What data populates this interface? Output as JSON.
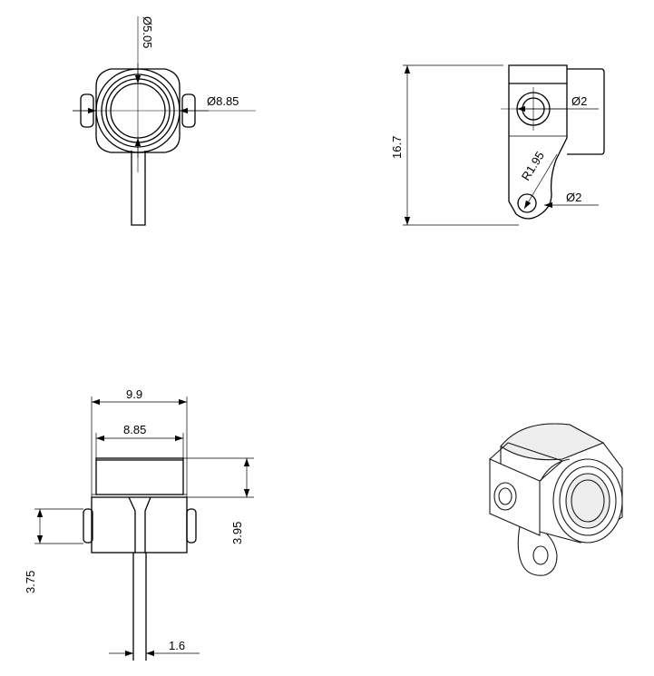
{
  "dimensions": {
    "top_view_inner_diameter": "Ø5.05",
    "top_view_outer_diameter": "Ø8.85",
    "side_view_height": "16.7",
    "side_view_hole_diameter": "Ø2",
    "side_view_radius": "R1.95",
    "side_view_lower_hole_diameter": "Ø2",
    "front_view_width": "9.9",
    "front_view_inner_width": "8.85",
    "front_view_collar_height": "3.95",
    "front_view_body_height": "3.75",
    "front_view_stem_width": "1.6"
  }
}
